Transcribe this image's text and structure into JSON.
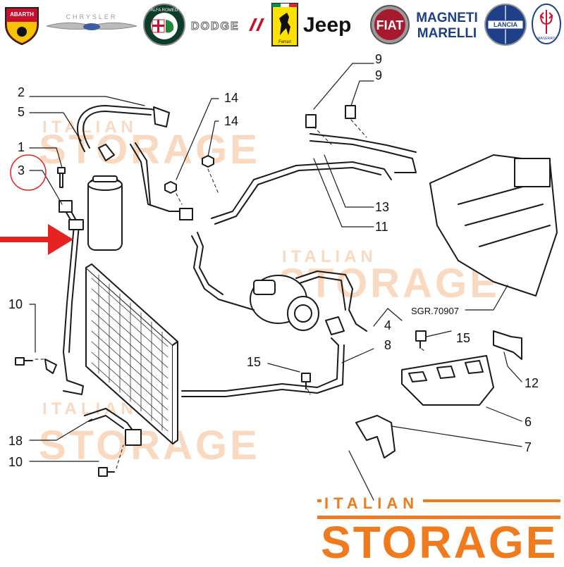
{
  "logos": [
    {
      "name": "abarth-logo",
      "text": "ABARTH"
    },
    {
      "name": "chrysler-logo",
      "text": "CHRYSLER"
    },
    {
      "name": "alfa-romeo-logo",
      "text": "ALFA ROMEO"
    },
    {
      "name": "dodge-logo",
      "text": "DODGE"
    },
    {
      "name": "ferrari-logo",
      "text": "Ferrari"
    },
    {
      "name": "jeep-logo",
      "text": "Jeep"
    },
    {
      "name": "fiat-logo",
      "text": "FIAT"
    },
    {
      "name": "magneti-marelli-logo",
      "text": "MAGNETI MARELLI"
    },
    {
      "name": "lancia-logo",
      "text": "LANCIA"
    },
    {
      "name": "maserati-logo",
      "text": "MASERATI"
    }
  ],
  "watermark": {
    "line1": "ITALIAN",
    "line2": "STORAGE"
  },
  "footer": {
    "line1": "ITALIAN",
    "line2": "STORAGE"
  },
  "diagram_ref": "SGR.70907",
  "callouts": {
    "c1": "1",
    "c2": "2",
    "c3": "3",
    "c4": "4",
    "c5": "5",
    "c6": "6",
    "c7": "7",
    "c8": "8",
    "c9a": "9",
    "c9b": "9",
    "c10a": "10",
    "c10b": "10",
    "c11": "11",
    "c12": "12",
    "c13": "13",
    "c14a": "14",
    "c14b": "14",
    "c15a": "15",
    "c15b": "15",
    "c18": "18"
  },
  "colors": {
    "accent": "#f07a1e",
    "watermark": "#f9d9bf",
    "highlight": "#e52320",
    "line": "#1a1a1a"
  }
}
